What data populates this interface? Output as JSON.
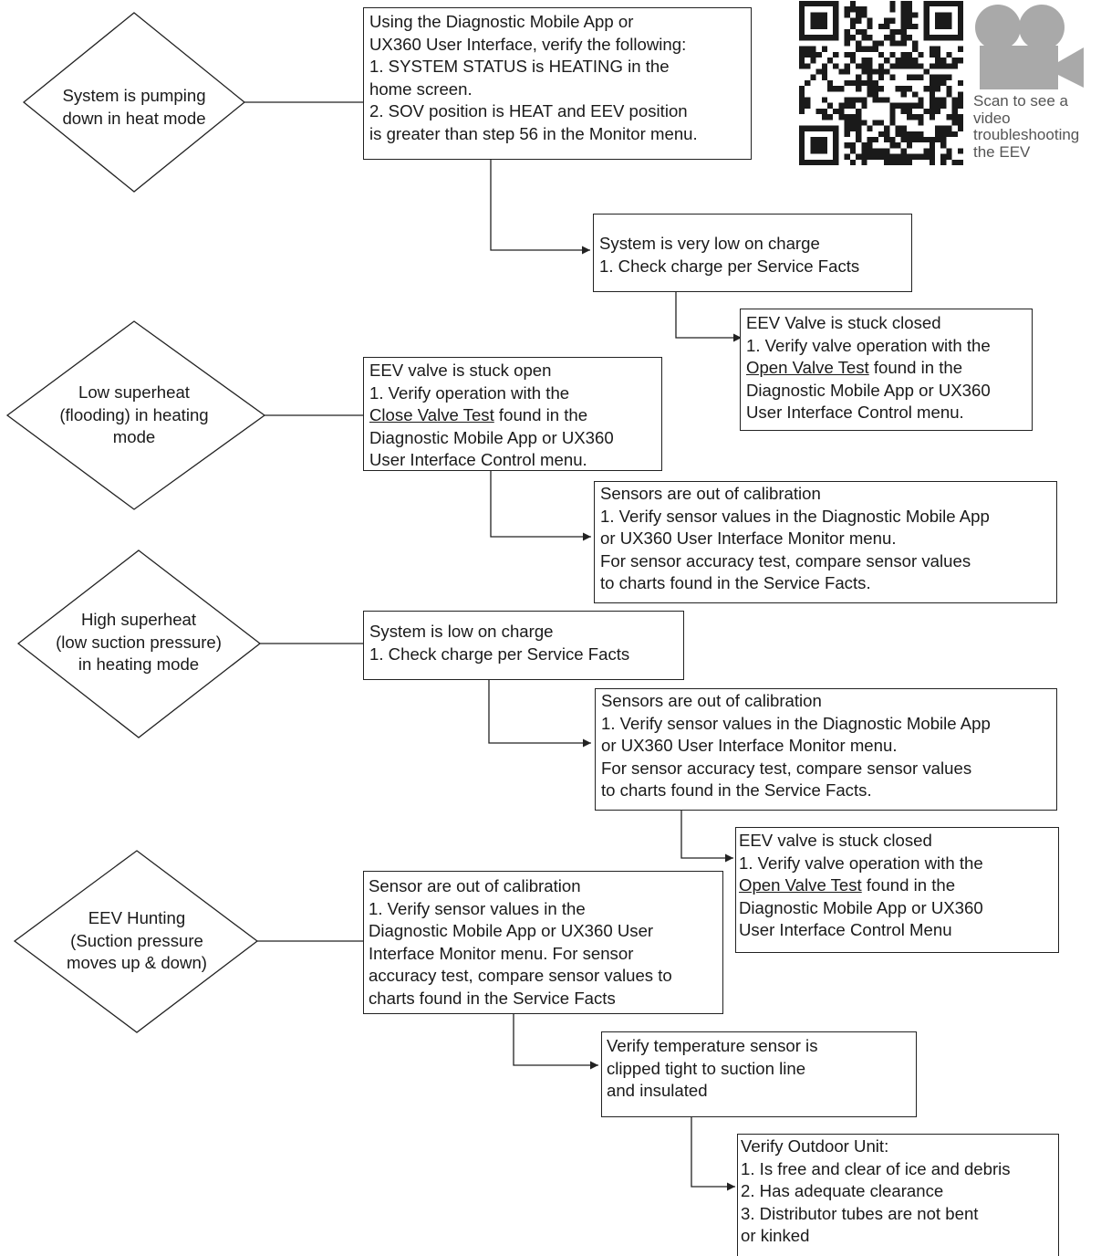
{
  "diamonds": [
    {
      "label": "System is pumping down in heat mode",
      "lines": [
        "System is pumping",
        "down in heat mode"
      ]
    },
    {
      "label": "Low superheat (flooding) in heating mode",
      "lines": [
        "Low superheat",
        "(flooding) in heating",
        "mode"
      ]
    },
    {
      "label": "High superheat (low suction pressure) in heating mode",
      "lines": [
        "High superheat",
        "(low suction pressure)",
        "in heating mode"
      ]
    },
    {
      "label": "EEV Hunting (Suction pressure moves up & down)",
      "lines": [
        "EEV Hunting",
        "(Suction pressure",
        "moves up & down)"
      ]
    }
  ],
  "boxes": {
    "verify_app": {
      "lines": [
        "Using the Diagnostic Mobile App or",
        "UX360 User Interface, verify the following:",
        "1. SYSTEM STATUS is HEATING in the",
        "home screen.",
        "2. SOV position is HEAT and EEV position",
        "is greater than step 56 in the Monitor menu."
      ]
    },
    "very_low_charge": {
      "lines": [
        "System is very low on charge",
        "1. Check charge per Service Facts"
      ]
    },
    "eev_stuck_closed_1": {
      "l1": "EEV Valve is stuck closed",
      "l2": "1. Verify valve operation with the",
      "link": "Open Valve Test",
      "l3_rest": " found in the",
      "l4": "Diagnostic Mobile App or UX360",
      "l5": "User Interface Control menu."
    },
    "eev_stuck_open": {
      "l1": "EEV valve is stuck open",
      "l2": "1. Verify operation with the",
      "link": "Close Valve Test",
      "l3_rest": " found in the",
      "l4": "Diagnostic Mobile App or UX360",
      "l5": "User Interface Control menu."
    },
    "sensors_1": {
      "lines": [
        "Sensors are out of calibration",
        "1. Verify sensor values in the Diagnostic Mobile App",
        "or UX360 User Interface Monitor menu.",
        "For sensor accuracy test, compare sensor values",
        "to charts found in the Service Facts."
      ]
    },
    "low_charge": {
      "lines": [
        "System is low on charge",
        "1. Check charge per Service Facts"
      ]
    },
    "sensors_2": {
      "lines": [
        "Sensors are out of calibration",
        "1. Verify sensor values in the Diagnostic Mobile App",
        "or UX360 User Interface Monitor menu.",
        "For sensor accuracy test, compare sensor values",
        "to charts found in the Service Facts."
      ]
    },
    "eev_stuck_closed_2": {
      "l1": "EEV valve is stuck closed",
      "l2": "1. Verify valve operation with the",
      "link": "Open Valve Test",
      "l3_rest": " found in the",
      "l4": "Diagnostic Mobile App or UX360",
      "l5": "User Interface Control Menu"
    },
    "sensor_hunting": {
      "lines": [
        "Sensor are out of calibration",
        "1. Verify sensor values in the",
        "Diagnostic Mobile App or UX360 User",
        "Interface Monitor menu. For sensor",
        "accuracy test, compare sensor values to",
        "charts found in the Service Facts"
      ]
    },
    "temp_sensor": {
      "lines": [
        "Verify temperature sensor is",
        "clipped tight to suction line",
        "and insulated"
      ]
    },
    "outdoor_unit": {
      "lines": [
        "Verify Outdoor Unit:",
        "1. Is free and clear of ice and debris",
        "2. Has adequate clearance",
        "3. Distributor tubes are not bent",
        "or kinked"
      ]
    }
  },
  "qr": {
    "caption_lines": [
      "Scan to see a",
      "video",
      "troubleshooting",
      "the EEV"
    ],
    "icon": "video-camera-icon",
    "code_icon": "qr-code-icon"
  },
  "colors": {
    "line": "#222222",
    "camera": "#a9a9a9",
    "caption": "#555555"
  }
}
